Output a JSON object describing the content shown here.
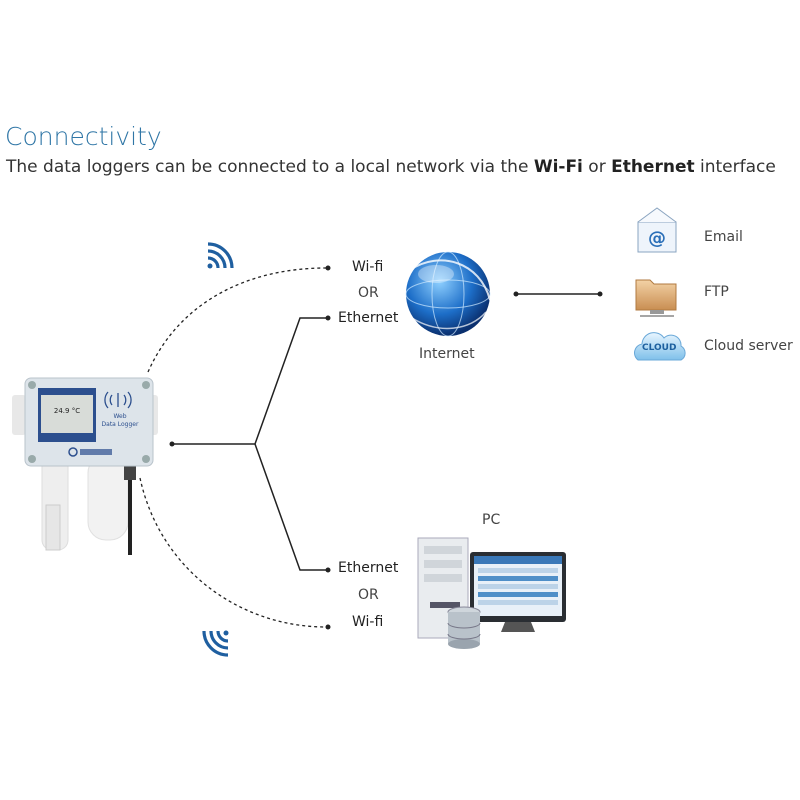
{
  "title": "Connectivity",
  "subtitle": {
    "prefix": "The data loggers can be connected to a local network via the ",
    "wifi": "Wi-Fi",
    "mid": " or ",
    "ethernet": "Ethernet",
    "suffix": " interface"
  },
  "device": {
    "label": "Web Data Logger"
  },
  "upper_branch": {
    "wifi": "Wi-fi",
    "or": "OR",
    "ethernet": "Ethernet"
  },
  "lower_branch": {
    "ethernet": "Ethernet",
    "or": "OR",
    "wifi": "Wi-fi"
  },
  "internet": {
    "label": "Internet"
  },
  "services": [
    {
      "label": "Email",
      "icon": "email-icon"
    },
    {
      "label": "FTP",
      "icon": "folder-icon"
    },
    {
      "label": "Cloud server",
      "icon": "cloud-icon",
      "icon_text": "CLOUD"
    }
  ],
  "pc": {
    "label": "PC"
  },
  "colors": {
    "title": "#2f76a6",
    "wifi_icon": "#1f5fa0"
  }
}
